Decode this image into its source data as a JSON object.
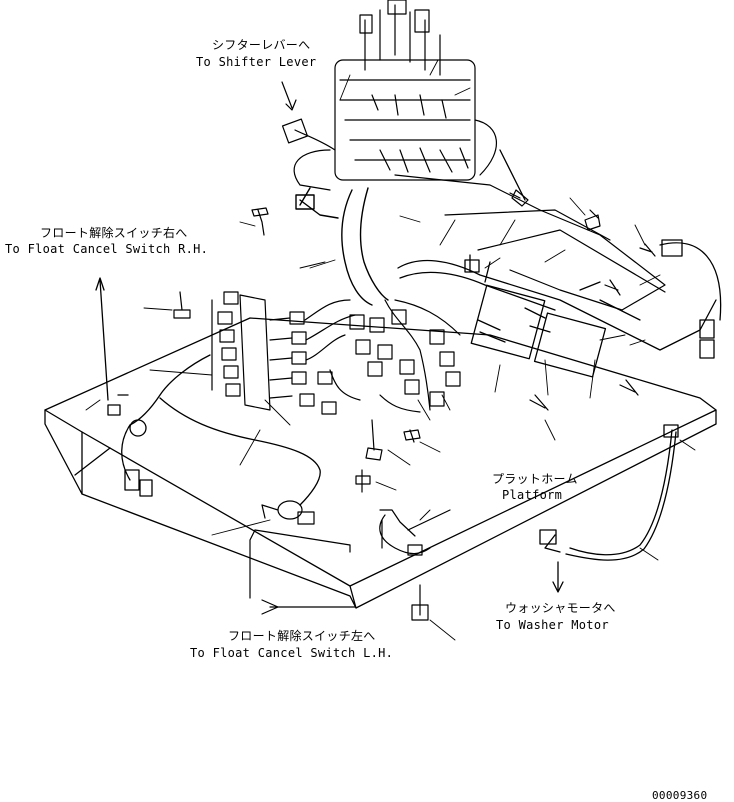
{
  "labels": {
    "shifter_ja": "シフターレバーへ",
    "shifter_en": "To Shifter Lever",
    "float_rh_ja": "フロート解除スイッチ右へ",
    "float_rh_en": "To Float Cancel Switch R.H.",
    "platform_ja": "プラットホーム",
    "platform_en": "Platform",
    "washer_ja": "ウォッシャモータへ",
    "washer_en": "To Washer Motor",
    "float_lh_ja": "フロート解除スイッチ左へ",
    "float_lh_en": "To Float Cancel Switch L.H."
  },
  "drawing_number": "00009360"
}
